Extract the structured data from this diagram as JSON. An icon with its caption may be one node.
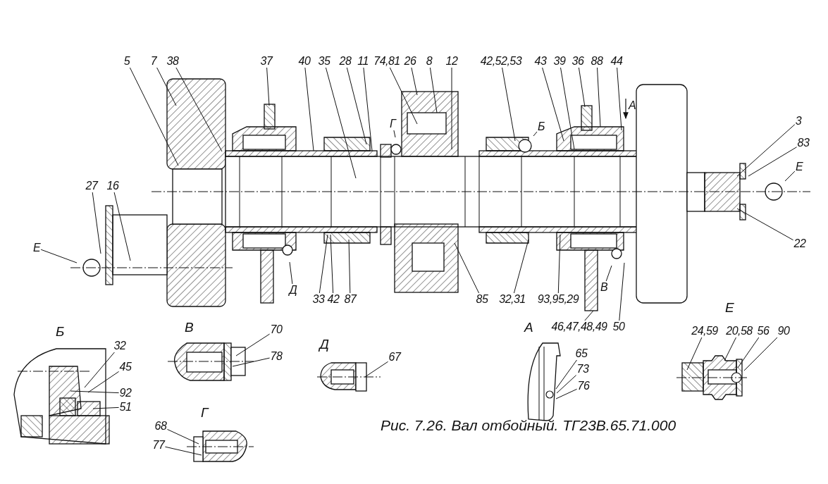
{
  "diagram": {
    "caption": "Рис. 7.26. Вал отбойный. ТГ23В.65.71.000",
    "nodes": [
      {
        "text": [
          "5"
        ]
      },
      {
        "text": [
          "7"
        ]
      },
      {
        "text": [
          "38"
        ]
      },
      {
        "text": [
          "37"
        ]
      },
      {
        "text": [
          "40"
        ]
      },
      {
        "text": [
          "35"
        ]
      },
      {
        "text": [
          "28"
        ]
      },
      {
        "text": [
          "11"
        ]
      },
      {
        "text": [
          "74,81"
        ]
      },
      {
        "text": [
          "26"
        ]
      },
      {
        "text": [
          "8"
        ]
      },
      {
        "text": [
          "12"
        ]
      },
      {
        "text": [
          "42,52,53"
        ]
      },
      {
        "text": [
          "43"
        ]
      },
      {
        "text": [
          "39"
        ]
      },
      {
        "text": [
          "36"
        ]
      },
      {
        "text": [
          "88"
        ]
      },
      {
        "text": [
          "44"
        ]
      },
      {
        "text": [
          "3"
        ]
      },
      {
        "text": [
          "83"
        ]
      },
      {
        "text": [
          "Е"
        ]
      },
      {
        "text": [
          "22"
        ]
      },
      {
        "text": [
          "Е"
        ]
      },
      {
        "text": [
          "27"
        ]
      },
      {
        "text": [
          "16"
        ]
      },
      {
        "text": [
          "Г"
        ]
      },
      {
        "text": [
          "Б"
        ]
      },
      {
        "text": [
          "Д"
        ]
      },
      {
        "text": [
          "В"
        ]
      },
      {
        "text": [
          "33"
        ]
      },
      {
        "text": [
          "42"
        ]
      },
      {
        "text": [
          "87"
        ]
      },
      {
        "text": [
          "85"
        ]
      },
      {
        "text": [
          "32,31"
        ]
      },
      {
        "text": [
          "93,95,29"
        ]
      },
      {
        "text": [
          "46,47,48,49"
        ]
      },
      {
        "text": [
          "50"
        ]
      },
      {
        "text": [
          "32"
        ]
      },
      {
        "text": [
          "45"
        ]
      },
      {
        "text": [
          "92"
        ]
      },
      {
        "text": [
          "51"
        ]
      },
      {
        "text": [
          "70"
        ]
      },
      {
        "text": [
          "78"
        ]
      },
      {
        "text": [
          "67"
        ]
      },
      {
        "text": [
          "68"
        ]
      },
      {
        "text": [
          "77"
        ]
      },
      {
        "text": [
          "65"
        ]
      },
      {
        "text": [
          "73"
        ]
      },
      {
        "text": [
          "76"
        ]
      },
      {
        "text": [
          "24,59"
        ]
      },
      {
        "text": [
          "20,58"
        ]
      },
      {
        "text": [
          "56"
        ]
      },
      {
        "text": [
          "90"
        ]
      }
    ],
    "edges": [
      {
        "from": 0,
        "to": null,
        "arrow": "none"
      },
      {
        "from": 1,
        "to": null,
        "arrow": "none"
      },
      {
        "from": 2,
        "to": null,
        "arrow": "none"
      },
      {
        "from": 3,
        "to": null,
        "arrow": "none"
      },
      {
        "from": 4,
        "to": null,
        "arrow": "none"
      },
      {
        "from": 5,
        "to": null,
        "arrow": "none"
      },
      {
        "from": 6,
        "to": null,
        "arrow": "none"
      },
      {
        "from": 7,
        "to": null,
        "arrow": "none"
      },
      {
        "from": 8,
        "to": null,
        "arrow": "none"
      },
      {
        "from": 9,
        "to": null,
        "arrow": "none"
      },
      {
        "from": 10,
        "to": null,
        "arrow": "none"
      },
      {
        "from": 11,
        "to": null,
        "arrow": "none"
      },
      {
        "from": 12,
        "to": null,
        "arrow": "none"
      },
      {
        "from": 13,
        "to": null,
        "arrow": "none"
      },
      {
        "from": 14,
        "to": null,
        "arrow": "none"
      },
      {
        "from": 15,
        "to": null,
        "arrow": "none"
      },
      {
        "from": 16,
        "to": null,
        "arrow": "none"
      },
      {
        "from": 17,
        "to": null,
        "arrow": "none"
      },
      {
        "from": 18,
        "to": null,
        "arrow": "none"
      },
      {
        "from": 19,
        "to": null,
        "arrow": "none"
      },
      {
        "from": 20,
        "to": null,
        "arrow": "none"
      },
      {
        "from": 21,
        "to": null,
        "arrow": "none"
      },
      {
        "from": 22,
        "to": null,
        "arrow": "none"
      },
      {
        "from": 23,
        "to": null,
        "arrow": "none"
      },
      {
        "from": 24,
        "to": null,
        "arrow": "none"
      },
      {
        "from": 25,
        "to": null,
        "arrow": "none"
      },
      {
        "from": 26,
        "to": null,
        "arrow": "none"
      },
      {
        "from": 27,
        "to": null,
        "arrow": "none"
      },
      {
        "from": 28,
        "to": null,
        "arrow": "none"
      },
      {
        "from": 29,
        "to": null,
        "arrow": "none"
      },
      {
        "from": 30,
        "to": null,
        "arrow": "none"
      },
      {
        "from": 31,
        "to": null,
        "arrow": "none"
      },
      {
        "from": 32,
        "to": null,
        "arrow": "none"
      },
      {
        "from": 33,
        "to": null,
        "arrow": "none"
      },
      {
        "from": 34,
        "to": null,
        "arrow": "none"
      },
      {
        "from": 35,
        "to": null,
        "arrow": "none"
      },
      {
        "from": 36,
        "to": null,
        "arrow": "none"
      },
      {
        "from": 37,
        "to": null,
        "arrow": "none"
      },
      {
        "from": 38,
        "to": null,
        "arrow": "none"
      },
      {
        "from": 39,
        "to": null,
        "arrow": "none"
      },
      {
        "from": 40,
        "to": null,
        "arrow": "none"
      },
      {
        "from": 41,
        "to": null,
        "arrow": "none"
      },
      {
        "from": 42,
        "to": null,
        "arrow": "none"
      },
      {
        "from": 43,
        "to": null,
        "arrow": "none"
      },
      {
        "from": 44,
        "to": null,
        "arrow": "none"
      },
      {
        "from": 45,
        "to": null,
        "arrow": "none"
      },
      {
        "from": 46,
        "to": null,
        "arrow": "none"
      },
      {
        "from": 47,
        "to": null,
        "arrow": "none"
      },
      {
        "from": 48,
        "to": null,
        "arrow": "none"
      },
      {
        "from": 49,
        "to": null,
        "arrow": "none"
      },
      {
        "from": 50,
        "to": null,
        "arrow": "none"
      },
      {
        "from": 51,
        "to": null,
        "arrow": "none"
      },
      {
        "from": 52,
        "to": null,
        "arrow": "none"
      }
    ],
    "labels": [
      "А",
      "Е",
      "В",
      "А",
      "Б",
      "Д",
      "Г"
    ]
  }
}
